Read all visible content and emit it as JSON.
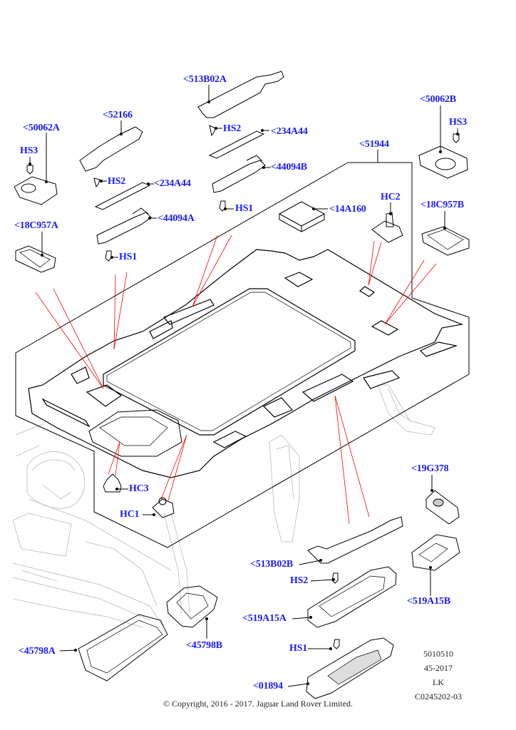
{
  "diagram": {
    "title": "Headliner and Sunroof Assembly exploded parts diagram",
    "label_color": "#1a1aff",
    "leader_color": "#000000",
    "pointer_color": "#ff0000"
  },
  "callouts": [
    {
      "id": "513B02A",
      "text": "<513B02A"
    },
    {
      "id": "52166",
      "text": "<52166"
    },
    {
      "id": "50062A",
      "text": "<50062A"
    },
    {
      "id": "HS3-left",
      "text": "HS3"
    },
    {
      "id": "HS2-upper-right",
      "text": "HS2"
    },
    {
      "id": "234A44-right",
      "text": "<234A44"
    },
    {
      "id": "HS2-left",
      "text": "HS2"
    },
    {
      "id": "234A44-left",
      "text": "<234A44"
    },
    {
      "id": "44094B",
      "text": "<44094B"
    },
    {
      "id": "44094A",
      "text": "<44094A"
    },
    {
      "id": "HS1-upper-right",
      "text": "HS1"
    },
    {
      "id": "HS1-left",
      "text": "HS1"
    },
    {
      "id": "14A160",
      "text": "<14A160"
    },
    {
      "id": "51944",
      "text": "<51944"
    },
    {
      "id": "50062B",
      "text": "<50062B"
    },
    {
      "id": "HS3-right",
      "text": "HS3"
    },
    {
      "id": "HC2",
      "text": "HC2"
    },
    {
      "id": "18C957B",
      "text": "<18C957B"
    },
    {
      "id": "18C957A",
      "text": "<18C957A"
    },
    {
      "id": "HC3",
      "text": "HC3"
    },
    {
      "id": "HC1",
      "text": "HC1"
    },
    {
      "id": "19G378",
      "text": "<19G378"
    },
    {
      "id": "513B02B",
      "text": "<513B02B"
    },
    {
      "id": "HS2-lower",
      "text": "HS2"
    },
    {
      "id": "519A15B",
      "text": "<519A15B"
    },
    {
      "id": "519A15A",
      "text": "<519A15A"
    },
    {
      "id": "45798B",
      "text": "<45798B"
    },
    {
      "id": "45798A",
      "text": "<45798A"
    },
    {
      "id": "HS1-lower",
      "text": "HS1"
    },
    {
      "id": "01894",
      "text": "<01894"
    }
  ],
  "reference": {
    "line1": "5010510",
    "line2": "45-2017",
    "line3": "LK",
    "line4": "C0245202-03"
  },
  "copyright": "© Copyright, 2016 - 2017. Jaguar Land Rover Limited."
}
